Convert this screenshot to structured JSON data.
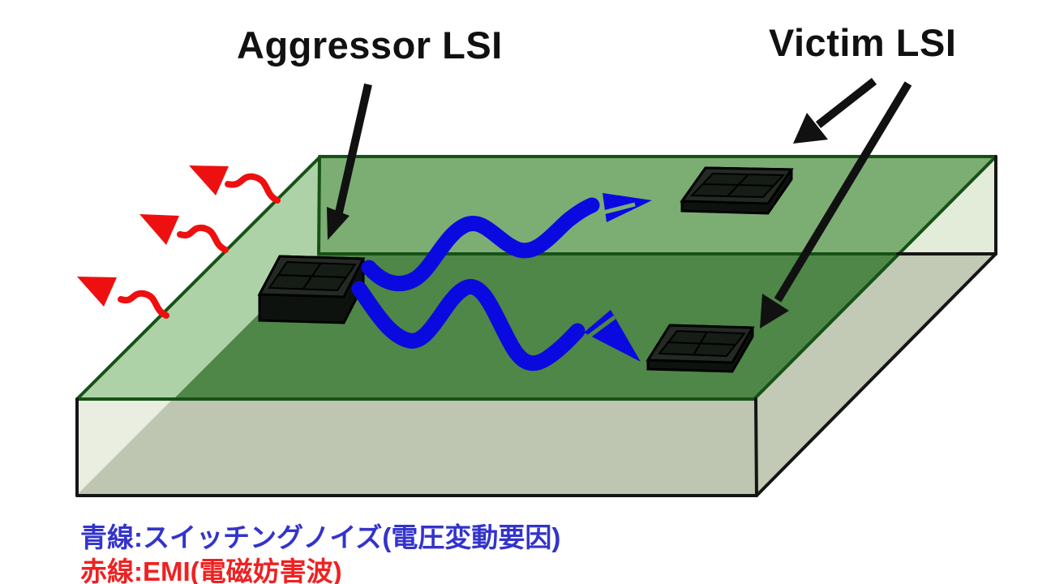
{
  "labels": {
    "aggressor": "Aggressor LSI",
    "victim": "Victim LSI"
  },
  "legend": {
    "blue_line": "青線:スイッチングノイズ(電圧変動要因)",
    "red_line": "赤線:EMI(電磁妨害波)"
  },
  "colors": {
    "board_back_wall": "#7cae74",
    "board_left_wall": "#aed2a8",
    "board_floor": "#4e8747",
    "board_edge_green": "#165216",
    "corner_triangle": "#e3ecd8",
    "slab_front": "#bec5b0",
    "slab_right": "#c2c9b4",
    "slab_pale_triangle": "#eaeee0",
    "slab_edge": "#151515",
    "chip_top": "#242a23",
    "chip_inner": "#161c16",
    "chip_body": "#0e120e",
    "noise_blue": "#0a0ae0",
    "emi_red": "#ee1010",
    "label_black": "#111111",
    "legend_blue": "#3333cc",
    "legend_red": "#ee2222"
  }
}
